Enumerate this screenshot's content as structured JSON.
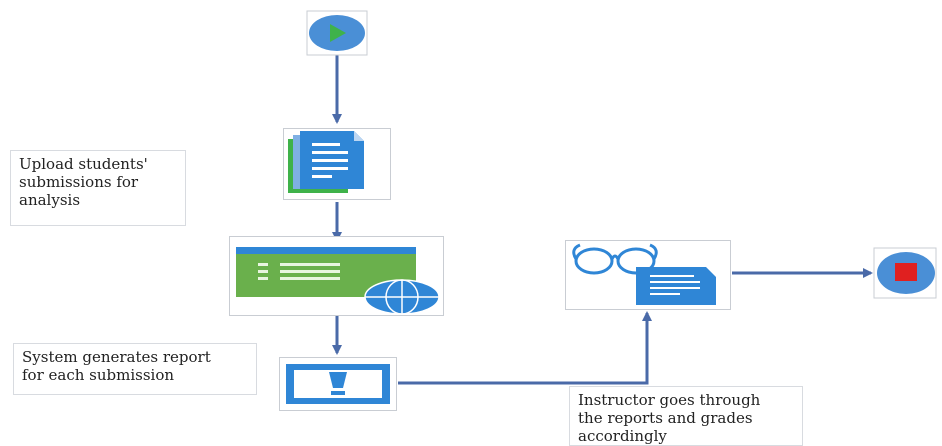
{
  "labels": {
    "upload": "Upload students'\nsubmissions for\nanalysis",
    "generate": "System generates report\nfor each submission",
    "instructor": "Instructor goes through\nthe reports and grades\naccordingly"
  },
  "icons": {
    "start": "start-play-icon",
    "documents": "document-stack-icon",
    "analysis": "web-analysis-window-icon",
    "report": "report-tablet-icon",
    "review": "glasses-document-icon",
    "end": "stop-icon"
  },
  "colors": {
    "connector": "#4a6aa8",
    "node_blue": "#4a8fd6",
    "start_green": "#3fb24a",
    "end_red": "#e02020",
    "doc_blue": "#2f86d6",
    "screen_green": "#6ab04c"
  }
}
